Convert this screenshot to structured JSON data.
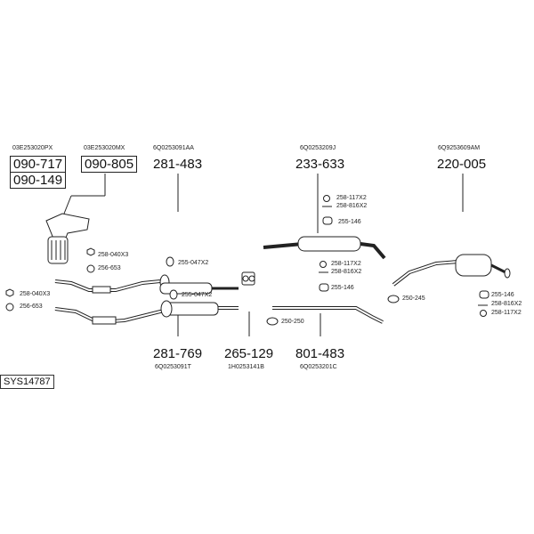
{
  "system_code": "SYS14787",
  "parts": [
    {
      "number": "090-717",
      "ref": "03E253020PX"
    },
    {
      "number": "090-805",
      "ref": "03E253020MX"
    },
    {
      "number": "090-149"
    },
    {
      "number": "281-483",
      "ref": "6Q0253091AA"
    },
    {
      "number": "233-633",
      "ref": "6Q0253209J"
    },
    {
      "number": "220-005",
      "ref": "6Q9253609AM"
    },
    {
      "number": "281-769",
      "ref": "6Q0253091T"
    },
    {
      "number": "265-129",
      "ref": "1H0253141B"
    },
    {
      "number": "801-483",
      "ref": "6Q0253201C"
    }
  ],
  "fittings": [
    "258-040X3",
    "256-653",
    "258-040X3",
    "256-653",
    "255-047X2",
    "255-047X2",
    "258-117X2",
    "258-816X2",
    "255-146",
    "258-117X2",
    "258-816X2",
    "255-146",
    "250-250",
    "250-245",
    "255-146",
    "258-816X2",
    "258-117X2"
  ]
}
